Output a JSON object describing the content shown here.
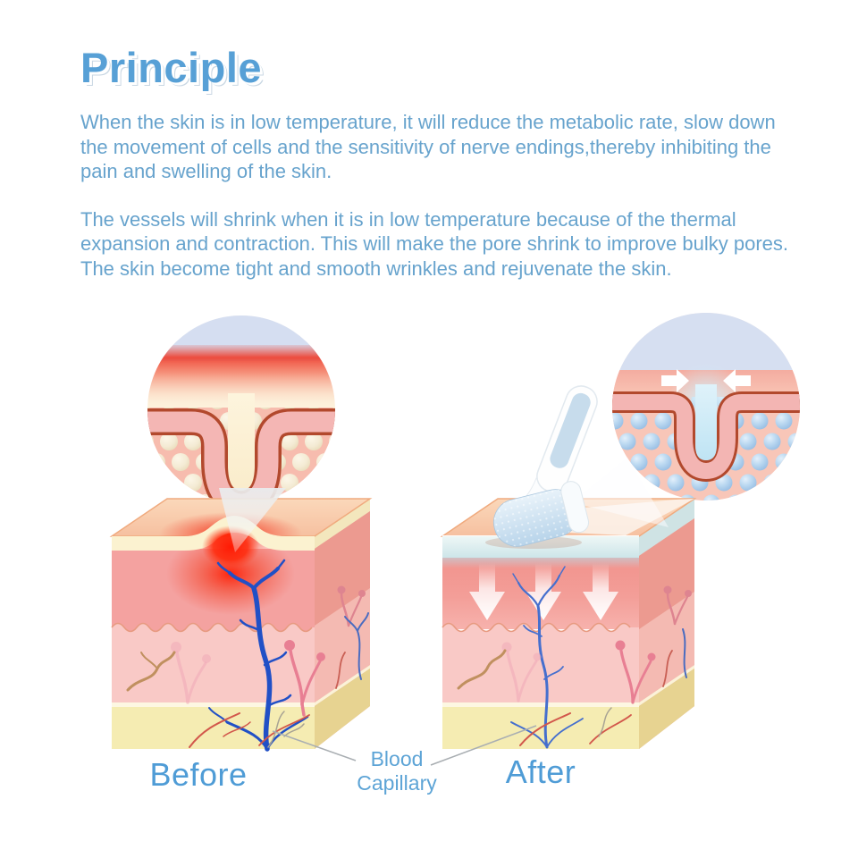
{
  "header": {
    "title": "Principle",
    "paragraphs": [
      "When the skin is in low temperature, it will reduce the metabolic rate, slow down the movement of cells and the sensitivity of nerve endings,thereby inhibiting the pain and swelling of the skin.",
      "The vessels will shrink when it is in low temperature because of the thermal expansion and contraction. This will make the pore shrink to improve bulky pores. The skin become tight and smooth wrinkles and rejuvenate the skin."
    ]
  },
  "diagram": {
    "before_label": "Before",
    "after_label": "After",
    "capillary_label_line1": "Blood",
    "capillary_label_line2": "Capillary",
    "colors": {
      "title_blue": "#57a0d6",
      "body_text_blue": "#67a3cd",
      "label_blue": "#4f9cd6",
      "skin_top_peach": "#f8cdad",
      "dermis_pink": "#f4a2a0",
      "lower_dermis_pink": "#f9c9c6",
      "fat_yellow": "#f5ecb2",
      "vessel_blue": "#2150c6",
      "inflammation_red": "#ff2a12",
      "ice_layer_blue": "#d9edf0",
      "inset_sky_blue": "#d5def1",
      "pore_outline": "#b2492d",
      "pore_wall_pink": "#f4b6b4",
      "cool_pore_blue": "#c2e4f3"
    }
  }
}
